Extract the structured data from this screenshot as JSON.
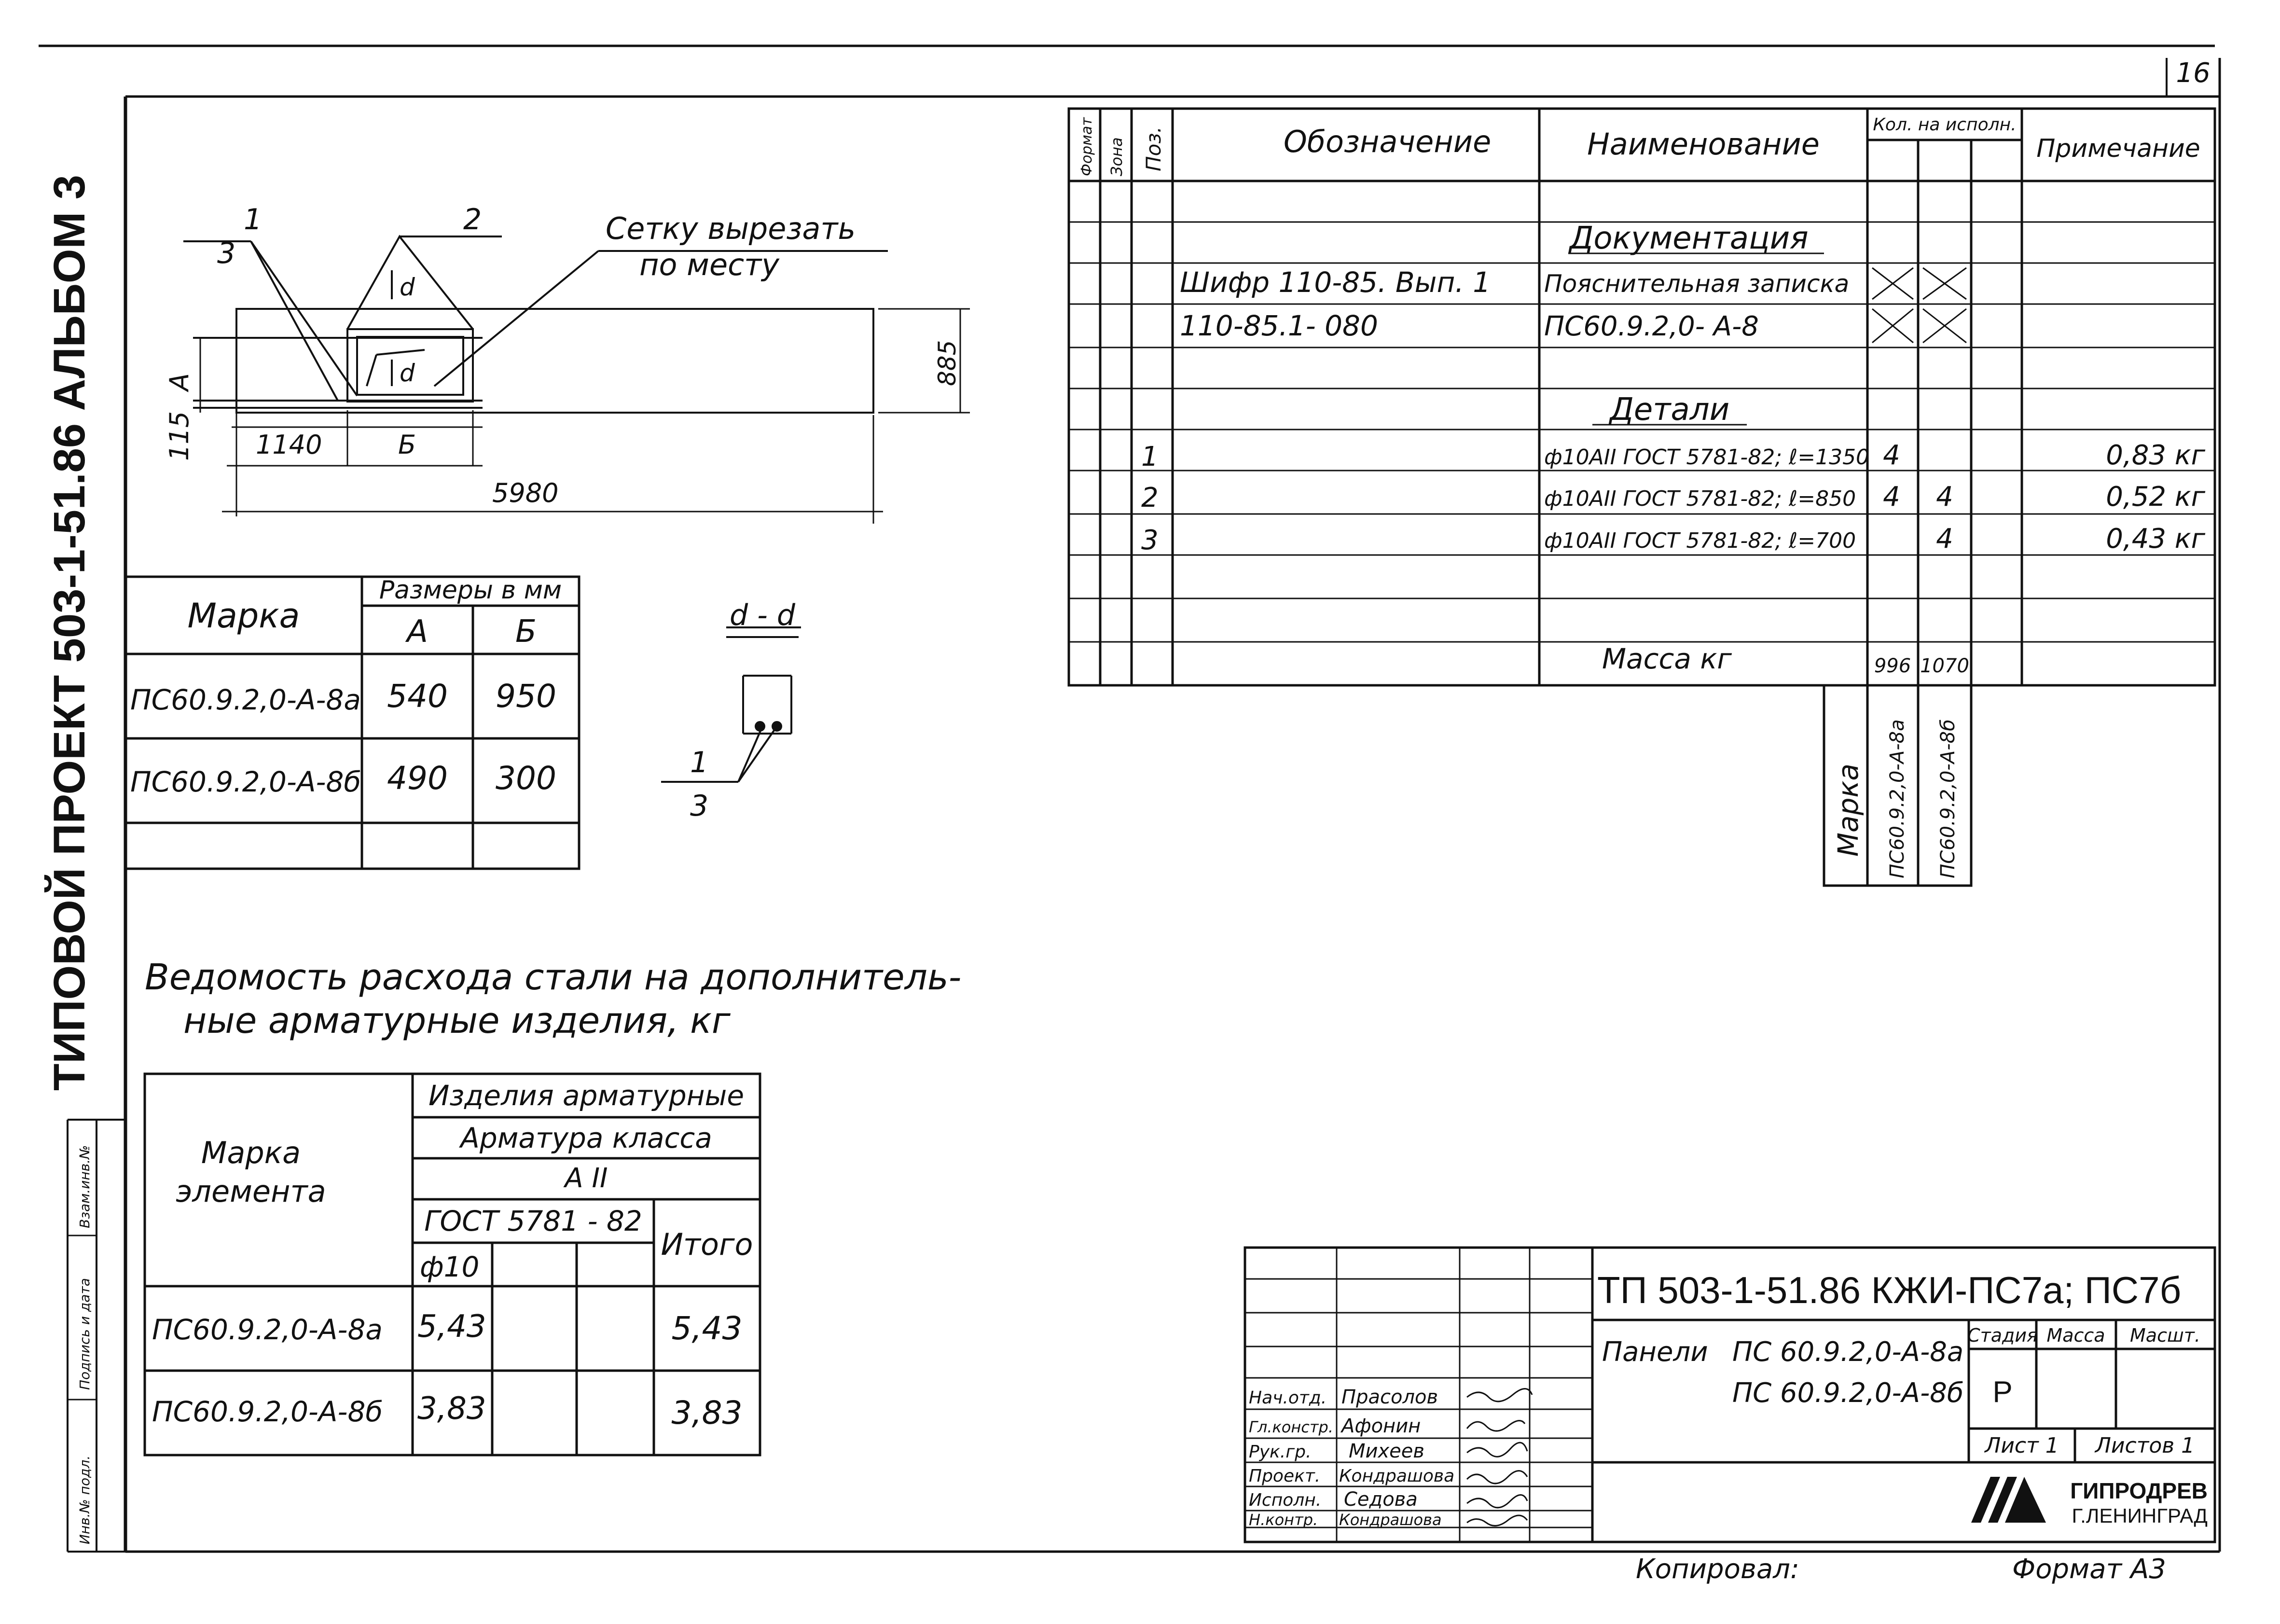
{
  "page_number": "16",
  "side_title": "ТИПОВОЙ ПРОЕКТ 503-1-51.86 АЛЬБОМ 3",
  "side_stamp": [
    "Инв.№ подл.",
    "Подпись и дата",
    "Взам.инв.№"
  ],
  "drawing": {
    "leaders": [
      "1",
      "3",
      "2"
    ],
    "note_line1": "Сетку вырезать",
    "note_line2": "по месту",
    "section_letter": "d",
    "dim_A": "A",
    "dim_115": "115",
    "dim_1140": "1140",
    "dim_B": "Б",
    "dim_5980": "5980",
    "dim_885": "885",
    "section_title": "d - d",
    "section_leader_top": "1",
    "section_leader_bottom": "3"
  },
  "dims_table": {
    "col_mark": "Марка",
    "col_group": "Размеры в мм",
    "col_a": "A",
    "col_b": "Б",
    "rows": [
      {
        "mark": "ПС60.9.2,0-А-8а",
        "a": "540",
        "b": "950"
      },
      {
        "mark": "ПС60.9.2,0-А-8б",
        "a": "490",
        "b": "300"
      }
    ]
  },
  "steel_title_line1": "Ведомость расхода стали на дополнитель-",
  "steel_title_line2": "ные арматурные изделия, кг",
  "steel_table": {
    "col_mark_line1": "Марка",
    "col_mark_line2": "элемента",
    "group1": "Изделия арматурные",
    "group2": "Арматура класса",
    "group3": "А II",
    "group4": "ГОСТ 5781 - 82",
    "diam": "ф10",
    "total": "Итого",
    "rows": [
      {
        "mark": "ПС60.9.2,0-А-8а",
        "d10": "5,43",
        "total": "5,43"
      },
      {
        "mark": "ПС60.9.2,0-А-8б",
        "d10": "3,83",
        "total": "3,83"
      }
    ]
  },
  "spec_table": {
    "h_format": "Формат",
    "h_zone": "Зона",
    "h_pos": "Поз.",
    "h_designation": "Обозначение",
    "h_name": "Наименование",
    "h_qty": "Кол. на исполн.",
    "h_note": "Примечание",
    "section_doc": "Документация",
    "doc_rows": [
      {
        "designation": "Шифр 110-85. Вып. 1",
        "name": "Пояснительная записка"
      },
      {
        "designation": "110-85.1- 080",
        "name": "ПС60.9.2,0- А-8"
      }
    ],
    "section_details": "Детали",
    "detail_rows": [
      {
        "pos": "1",
        "name": "ф10АII ГОСТ 5781-82; ℓ=1350",
        "q1": "4",
        "q2": "",
        "note": "0,83 кг"
      },
      {
        "pos": "2",
        "name": "ф10АII ГОСТ 5781-82; ℓ=850",
        "q1": "4",
        "q2": "4",
        "note": "0,52 кг"
      },
      {
        "pos": "3",
        "name": "ф10АII ГОСТ 5781-82; ℓ=700",
        "q1": "",
        "q2": "4",
        "note": "0,43 кг"
      }
    ],
    "mass_label": "Масса кг",
    "mass_q1": "996",
    "mass_q2": "1070",
    "mark_label": "Марка",
    "mark_a": "ПС60.9.2,0-А-8а",
    "mark_b": "ПС60.9.2,0-А-8б"
  },
  "title_block": {
    "code": "ТП 503-1-51.86 КЖИ-ПС7а; ПС7б",
    "panels_label": "Панели",
    "panel_a": "ПС 60.9.2,0-А-8а",
    "panel_b": "ПС 60.9.2,0-А-8б",
    "stage_h": "Стадия",
    "mass_h": "Масса",
    "scale_h": "Масшт.",
    "stage": "Р",
    "sheet": "Лист 1",
    "sheets": "Листов 1",
    "org_line1": "ГИПРОДРЕВ",
    "org_line2": "Г.ЛЕНИНГРАД",
    "signers": [
      {
        "role": "Нач.отд.",
        "name": "Прасолов"
      },
      {
        "role": "Гл.констр.",
        "name": "Афонин"
      },
      {
        "role": "Рук.гр.",
        "name": "Михеев"
      },
      {
        "role": "Проект.",
        "name": "Кондрашова"
      },
      {
        "role": "Исполн.",
        "name": "Седова"
      },
      {
        "role": "Н.контр.",
        "name": "Кондрашова"
      }
    ]
  },
  "copied": "Копировал:",
  "format": "Формат А3"
}
